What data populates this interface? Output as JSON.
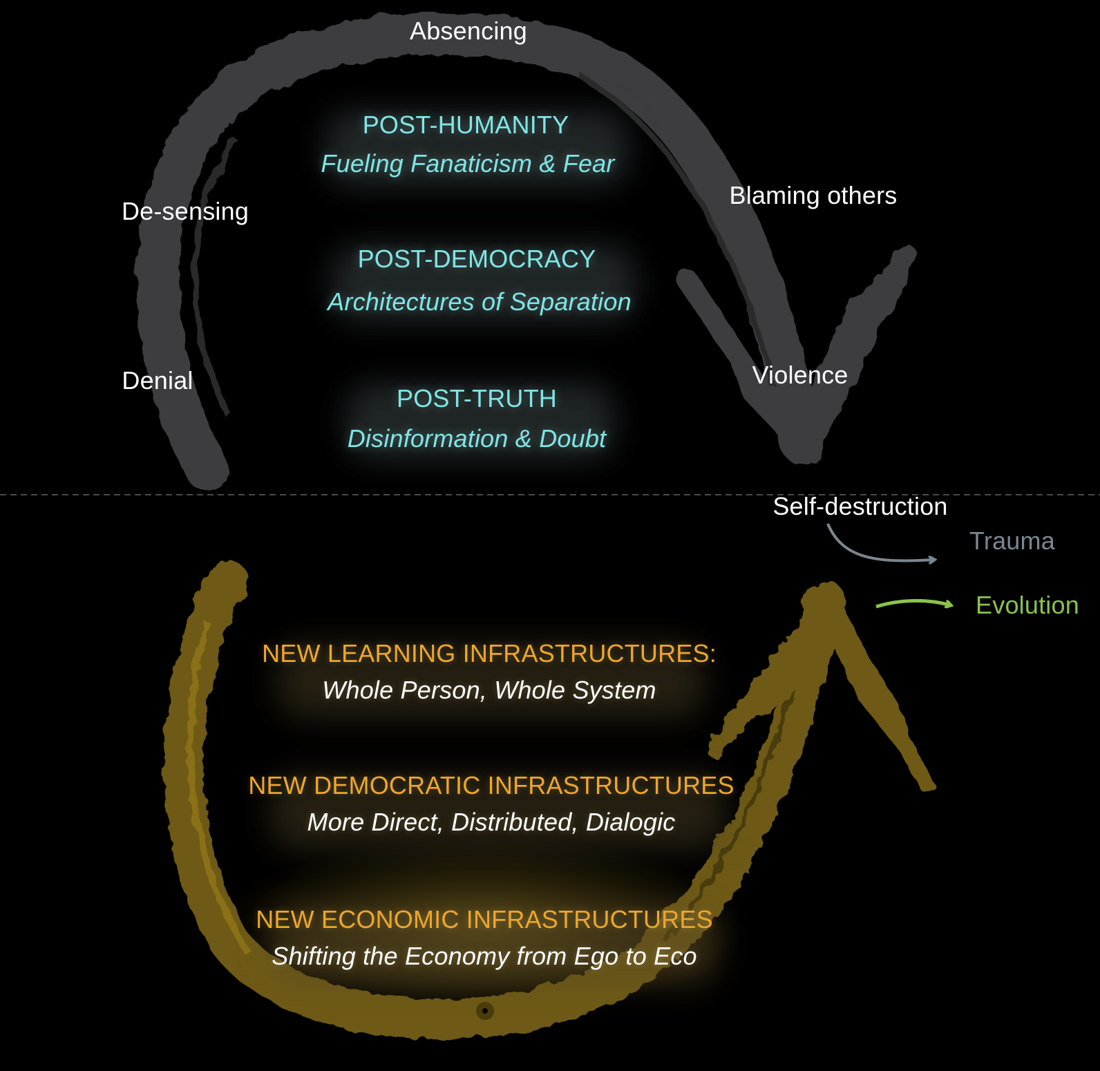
{
  "upper_cycle": {
    "color": "#3c3d3f",
    "labels": {
      "absencing": "Absencing",
      "de_sensing": "De-sensing",
      "denial": "Denial",
      "blaming_others": "Blaming others",
      "violence": "Violence",
      "self_destruction": "Self-destruction"
    },
    "blocks": [
      {
        "title": "POST-HUMANITY",
        "subtitle": "Fueling Fanaticism & Fear"
      },
      {
        "title": "POST-DEMOCRACY",
        "subtitle": "Architectures of Separation"
      },
      {
        "title": "POST-TRUTH",
        "subtitle": "Disinformation & Doubt"
      }
    ]
  },
  "outcomes": {
    "trauma": {
      "label": "Trauma",
      "color": "#7b8790"
    },
    "evolution": {
      "label": "Evolution",
      "color": "#8bc34a"
    }
  },
  "lower_cycle": {
    "color": "#6e5a12",
    "blocks": [
      {
        "title": "NEW LEARNING INFRASTRUCTURES:",
        "subtitle": "Whole Person, Whole System"
      },
      {
        "title": "NEW DEMOCRATIC INFRASTRUCTURES",
        "subtitle": "More Direct, Distributed, Dialogic"
      },
      {
        "title": "NEW ECONOMIC INFRASTRUCTURES",
        "subtitle": "Shifting the Economy from Ego to Eco"
      }
    ]
  },
  "colors": {
    "background": "#000000",
    "cyan_text": "#7fe6e6",
    "gold_text": "#efa62a",
    "divider": "#4a4a4a"
  }
}
